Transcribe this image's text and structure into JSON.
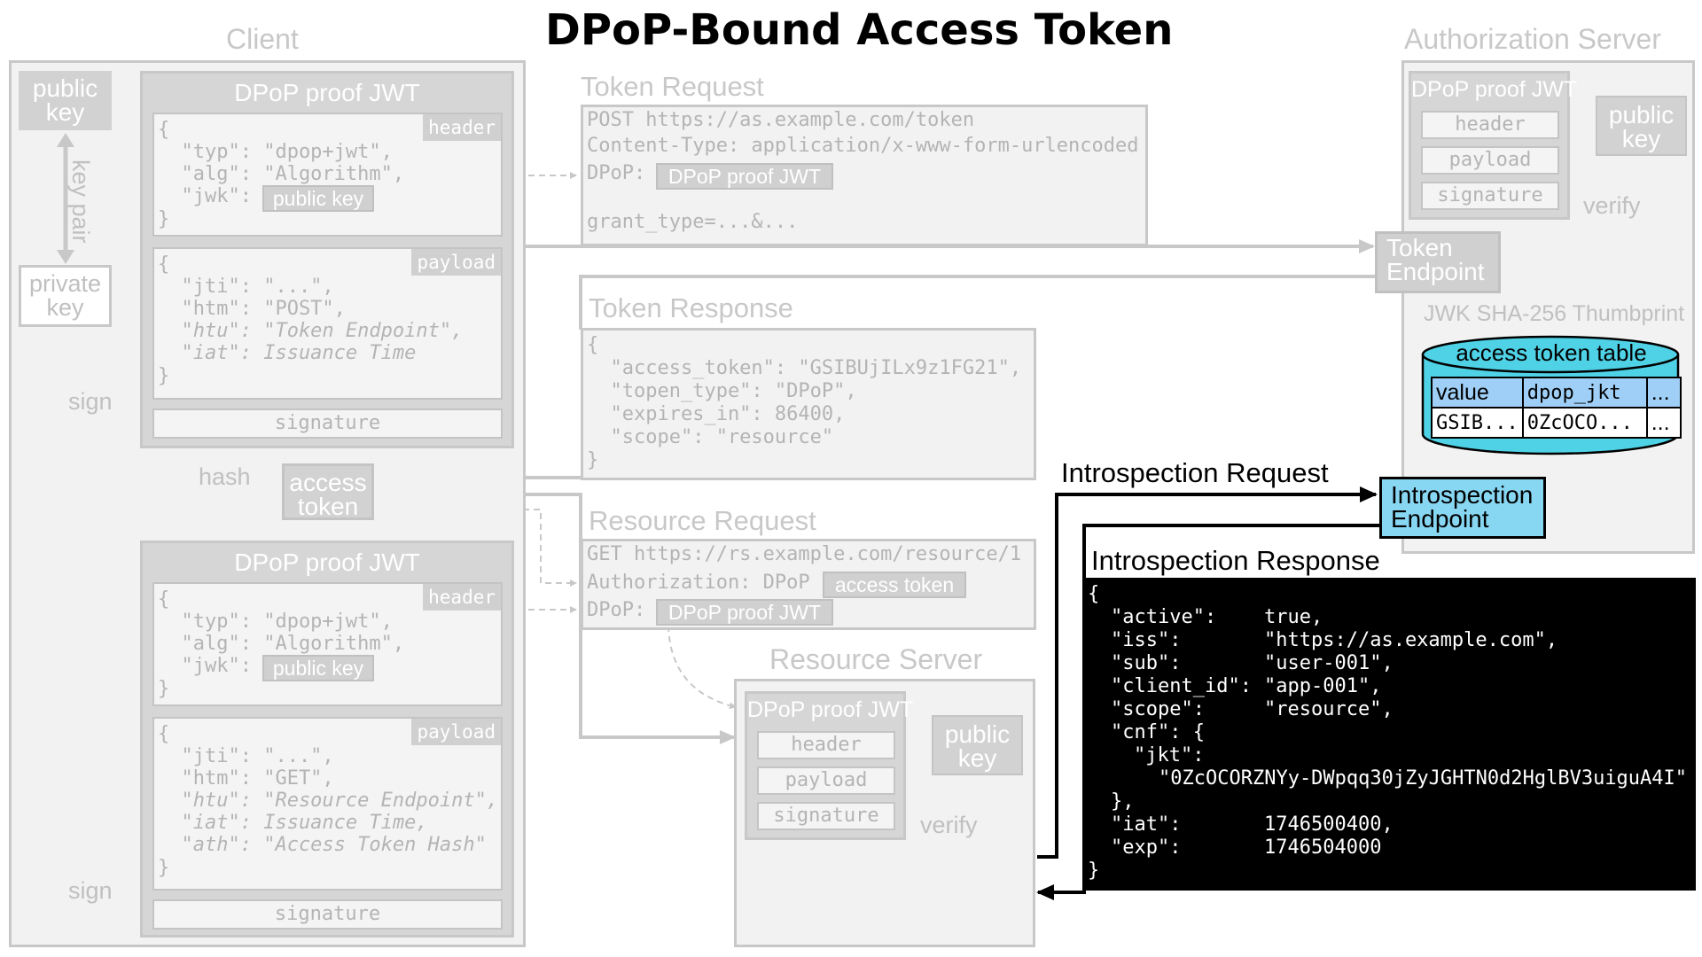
{
  "title": "DPoP-Bound Access Token",
  "client": {
    "label": "Client",
    "public_key": "public key",
    "private_key": "private key",
    "key_pair": "key pair",
    "sign1": "sign",
    "sign2": "sign",
    "hash": "hash",
    "access_token": "access token",
    "proof1": {
      "title": "DPoP proof JWT",
      "header_tag": "header",
      "header_lines": [
        "{",
        "  \"typ\": \"dpop+jwt\",",
        "  \"alg\": \"Algorithm\",",
        "  \"jwk\":",
        "}"
      ],
      "jwk_chip": "public key",
      "payload_tag": "payload",
      "payload_lines": [
        "{",
        "  \"jti\": \"...\",",
        "  \"htm\": \"POST\",",
        "  \"htu\": \"Token Endpoint\",",
        "  \"iat\": Issuance Time",
        "}"
      ],
      "signature": "signature"
    },
    "proof2": {
      "title": "DPoP proof JWT",
      "header_tag": "header",
      "header_lines": [
        "{",
        "  \"typ\": \"dpop+jwt\",",
        "  \"alg\": \"Algorithm\",",
        "  \"jwk\":",
        "}"
      ],
      "jwk_chip": "public key",
      "payload_tag": "payload",
      "payload_lines": [
        "{",
        "  \"jti\": \"...\",",
        "  \"htm\": \"GET\",",
        "  \"htu\": \"Resource Endpoint\",",
        "  \"iat\": Issuance Time,",
        "  \"ath\": \"Access Token Hash\"",
        "}"
      ],
      "signature": "signature"
    }
  },
  "token_request": {
    "label": "Token Request",
    "line1": "POST https://as.example.com/token",
    "line2": "Content-Type: application/x-www-form-urlencoded",
    "line3_prefix": "DPoP:",
    "line3_chip": "DPoP proof JWT",
    "line4": "grant_type=...&..."
  },
  "token_response": {
    "label": "Token Response",
    "lines": [
      "{",
      "  \"access_token\": \"GSIBUjILx9z1FG21\",",
      "  \"topen_type\": \"DPoP\",",
      "  \"expires_in\": 86400,",
      "  \"scope\": \"resource\"",
      "}"
    ]
  },
  "resource_request": {
    "label": "Resource Request",
    "line1": "GET https://rs.example.com/resource/1",
    "line2_prefix": "Authorization: DPoP",
    "line2_chip": "access token",
    "line3_prefix": "DPoP:",
    "line3_chip": "DPoP proof JWT"
  },
  "resource_server": {
    "label": "Resource Server",
    "proof_title": "DPoP proof JWT",
    "header": "header",
    "payload": "payload",
    "signature": "signature",
    "public_key": "public key",
    "verify": "verify"
  },
  "auth_server": {
    "label": "Authorization Server",
    "proof_title": "DPoP proof JWT",
    "header": "header",
    "payload": "payload",
    "signature": "signature",
    "public_key": "public key",
    "verify": "verify",
    "token_endpoint": "Token Endpoint",
    "thumbprint": "JWK SHA-256 Thumbprint",
    "table_title": "access token table",
    "table_headers": [
      "value",
      "dpop_jkt",
      "..."
    ],
    "table_row": [
      "GSIB...",
      "0ZcOCO...",
      "..."
    ],
    "introspection_endpoint": "Introspection Endpoint"
  },
  "introspection_request_label": "Introspection Request",
  "introspection_response": {
    "label": "Introspection Response",
    "open": "{",
    "active_key": "\"active\":",
    "active_val": "true,",
    "iss_key": "\"iss\":",
    "iss_val": "\"https://as.example.com\",",
    "sub_key": "\"sub\":",
    "sub_val": "\"user-001\",",
    "client_id_key": "\"client_id\":",
    "client_id_val": "\"app-001\",",
    "scope_key": "\"scope\":",
    "scope_val": "\"resource\",",
    "cnf_key": "\"cnf\": {",
    "jkt_key": "\"jkt\":",
    "jkt_val": "\"0ZcOCORZNYy-DWpqq30jZyJGHTN0d2HglBV3uiguA4I\"",
    "cnf_close": "},",
    "iat_key": "\"iat\":",
    "iat_val": "1746500400,",
    "exp_key": "\"exp\":",
    "exp_val": "1746504000",
    "close": "}"
  },
  "colors": {
    "gray_line": "#c8c8c8",
    "introspection_blue": "#87d7f3",
    "table_cyan": "#4fd2e6",
    "key_yellow": "#f5f54a",
    "string_orange": "#f0b030",
    "number_purple": "#d69cf5"
  }
}
